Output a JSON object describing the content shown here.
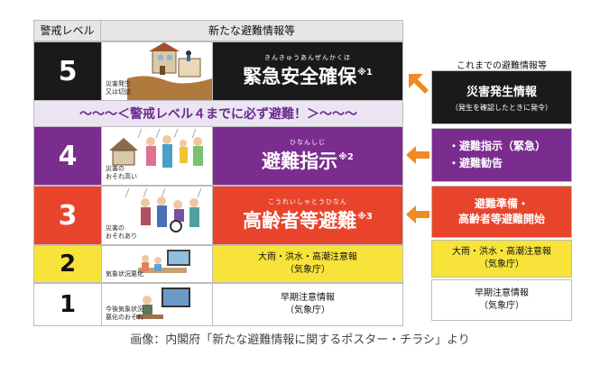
{
  "header": {
    "col_level": "警戒レベル",
    "col_info": "新たな避難情報等"
  },
  "rows": [
    {
      "level": "5",
      "caption": "災害発生\n又は切迫",
      "ruby": "きんきゅうあんぜんかくほ",
      "main": "緊急安全確保",
      "note": "※1"
    },
    {
      "level": "4",
      "caption": "災害の\nおそれ高い",
      "ruby": "ひなんしじ",
      "main": "避難指示",
      "note": "※2"
    },
    {
      "level": "3",
      "caption": "災害の\nおそれあり",
      "ruby": "こうれいしゃとうひなん",
      "main": "高齢者等避難",
      "note": "※3"
    },
    {
      "level": "2",
      "caption": "気象状況悪化",
      "info": "大雨・洪水・高潮注意報\n（気象庁）"
    },
    {
      "level": "1",
      "caption": "今後気象状況\n悪化のおそれ",
      "info": "早期注意情報\n（気象庁）"
    }
  ],
  "banner": "〜〜〜＜警戒レベル４までに必ず避難！＞〜〜〜",
  "previous": {
    "title": "これまでの避難情報等",
    "box5_title": "災害発生情報",
    "box5_sub": "（発生を確認したときに発令）",
    "box4_lines": [
      "・避難指示（緊急）",
      "・避難勧告"
    ],
    "box3": "避難準備・\n高齢者等避難開始",
    "box2": "大雨・洪水・高潮注意報\n（気象庁）",
    "box1": "早期注意情報\n（気象庁）"
  },
  "caption": "画像：内閣府「新たな避難情報に関するポスター・チラシ」より",
  "colors": {
    "level5": "#1a1a1a",
    "level4": "#7b2c8f",
    "level3": "#e8442c",
    "level2": "#f7e33a",
    "banner_text": "#6a2a8e",
    "arrow": "#f08a24"
  }
}
